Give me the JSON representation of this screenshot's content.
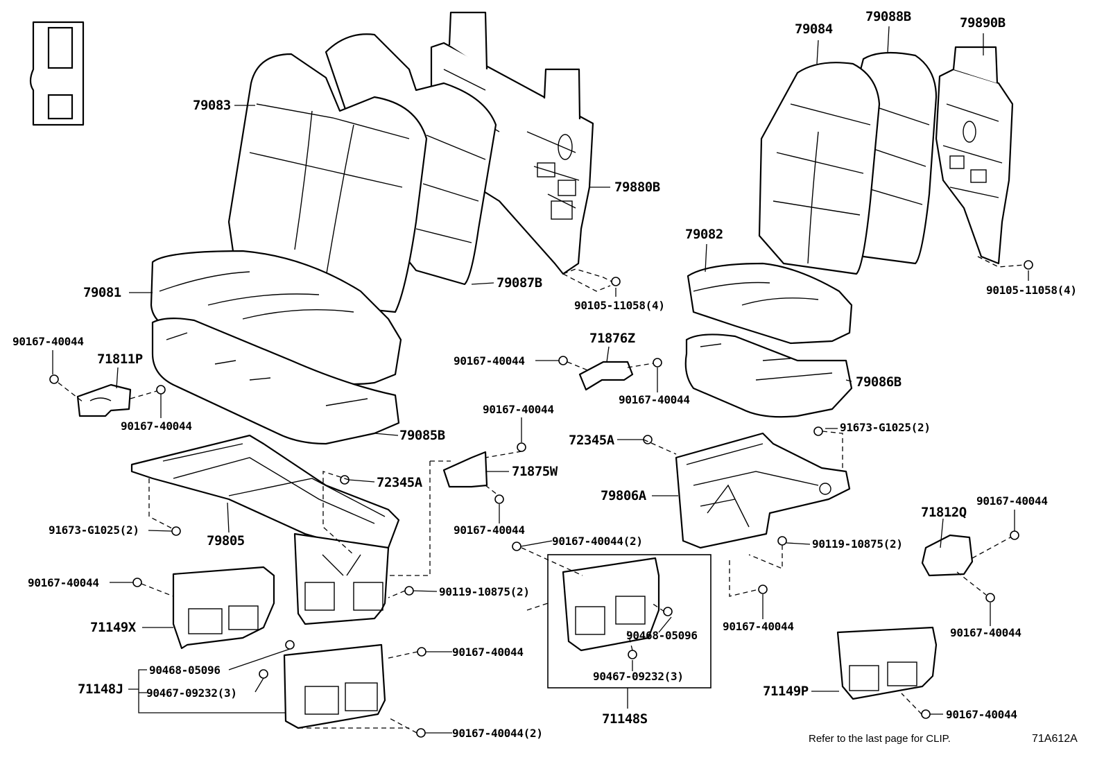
{
  "parts": {
    "p79083": "79083",
    "p79081": "79081",
    "p79880B": "79880B",
    "p79087B": "79087B",
    "p79084": "79084",
    "p79088B": "79088B",
    "p79890B": "79890B",
    "p79082": "79082",
    "p90105_mid": "90105-11058(4)",
    "p90105_right": "90105-11058(4)",
    "p90167_a": "90167-40044",
    "p71811P": "71811P",
    "p90167_b": "90167-40044",
    "p71876Z": "71876Z",
    "p90167_c": "90167-40044",
    "p90167_d": "90167-40044",
    "p79086B": "79086B",
    "p79085B": "79085B",
    "p90167_e": "90167-40044",
    "p72345A_mid": "72345A",
    "p91673_right": "91673-G1025(2)",
    "p71875W": "71875W",
    "p72345A_left": "72345A",
    "p79806A": "79806A",
    "p90167_f": "90167-40044",
    "p91673_left": "91673-G1025(2)",
    "p79805": "79805",
    "p71812Q": "71812Q",
    "p90167_g": "90167-40044",
    "p90167_h": "90167-40044(2)",
    "p90119_right": "90119-10875(2)",
    "p90119_left": "90119-10875(2)",
    "p71149X": "71149X",
    "p90167_i": "90167-40044",
    "p90468_box": "90468-05096",
    "p90167_j": "90167-40044",
    "p90167_k": "90167-40044",
    "p90468_left": "90468-05096",
    "p71148J": "71148J",
    "p90467_left": "90467-09232(3)",
    "p90467_box": "90467-09232(3)",
    "p71148S": "71148S",
    "p71149P": "71149P",
    "p90167_l": "90167-40044",
    "p90167_m": "90167-40044(2)"
  },
  "footer": {
    "note": "Refer to the last page for CLIP.",
    "code": "71A612A"
  }
}
